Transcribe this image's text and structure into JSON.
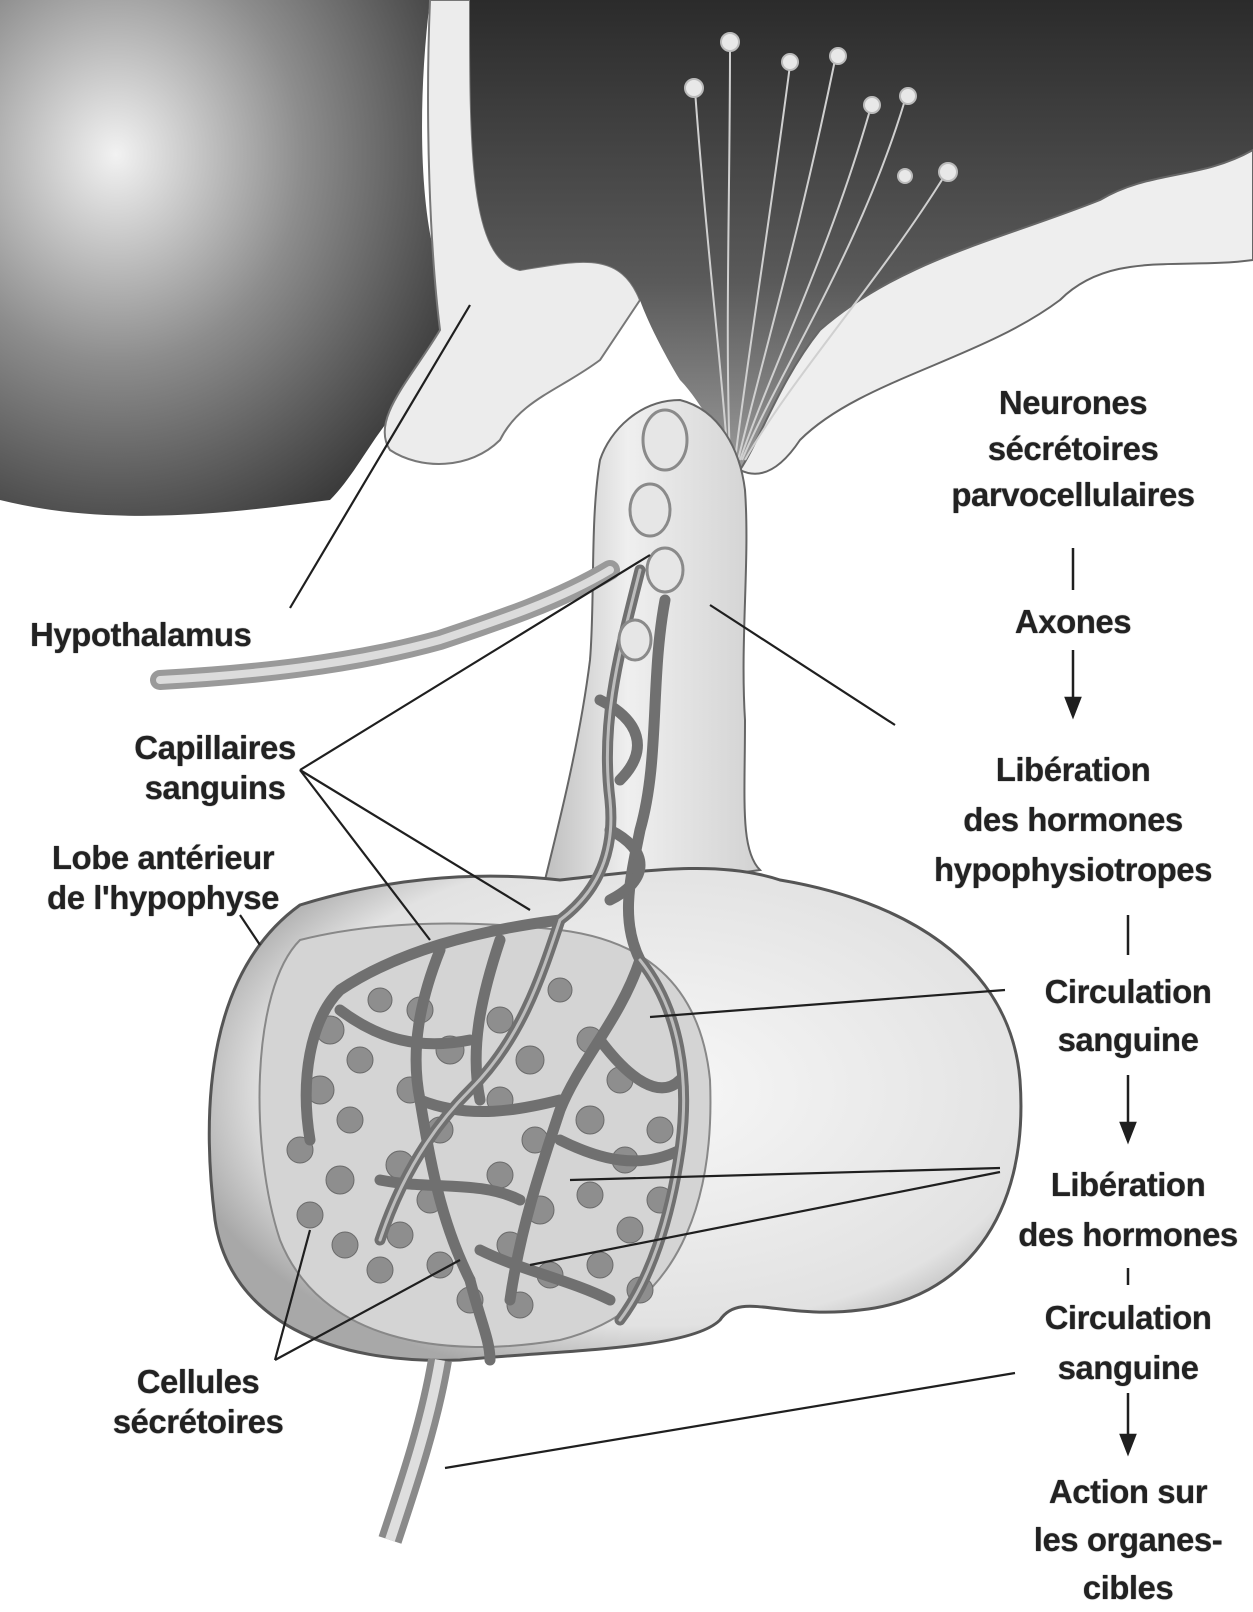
{
  "labels": {
    "hypothalamus": "Hypothalamus",
    "capillaires_l1": "Capillaires",
    "capillaires_l2": "sanguins",
    "lobe_l1": "Lobe antérieur",
    "lobe_l2": "de l'hypophyse",
    "cellules_l1": "Cellules",
    "cellules_l2": "sécrétoires"
  },
  "flow": {
    "neurones_l1": "Neurones",
    "neurones_l2": "sécrétoires",
    "neurones_l3": "parvocellulaires",
    "axones": "Axones",
    "liberation1_l1": "Libération",
    "liberation1_l2": "des hormones",
    "liberation1_l3": "hypophysiotropes",
    "circulation1_l1": "Circulation",
    "circulation1_l2": "sanguine",
    "liberation2_l1": "Libération",
    "liberation2_l2": "des hormones",
    "circulation2_l1": "Circulation",
    "circulation2_l2": "sanguine",
    "action_l1": "Action sur",
    "action_l2": "les organes-",
    "action_l3": "cibles"
  },
  "colors": {
    "ink": "#222222",
    "vessel": "#6a6a6a",
    "tissue": "#d9d9d9",
    "dark_tissue": "#3a3a3a"
  }
}
